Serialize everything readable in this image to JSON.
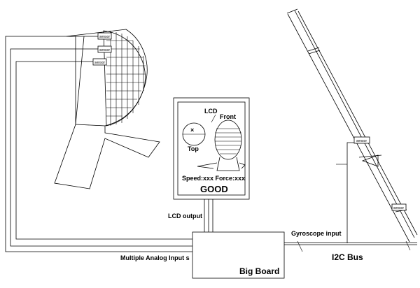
{
  "labels": {
    "sensor_tag": "sensor",
    "lcd": "LCD",
    "front": "Front",
    "top": "Top",
    "top_mark": "×",
    "readout": "Speed:xxx Force:xxx",
    "status": "GOOD",
    "lcd_output": "LCD output",
    "gyroscope_input": "Gyroscope input",
    "i2c_bus": "I2C Bus",
    "analog_inputs": "Multiple Analog Input s",
    "big_board": "Big Board"
  }
}
